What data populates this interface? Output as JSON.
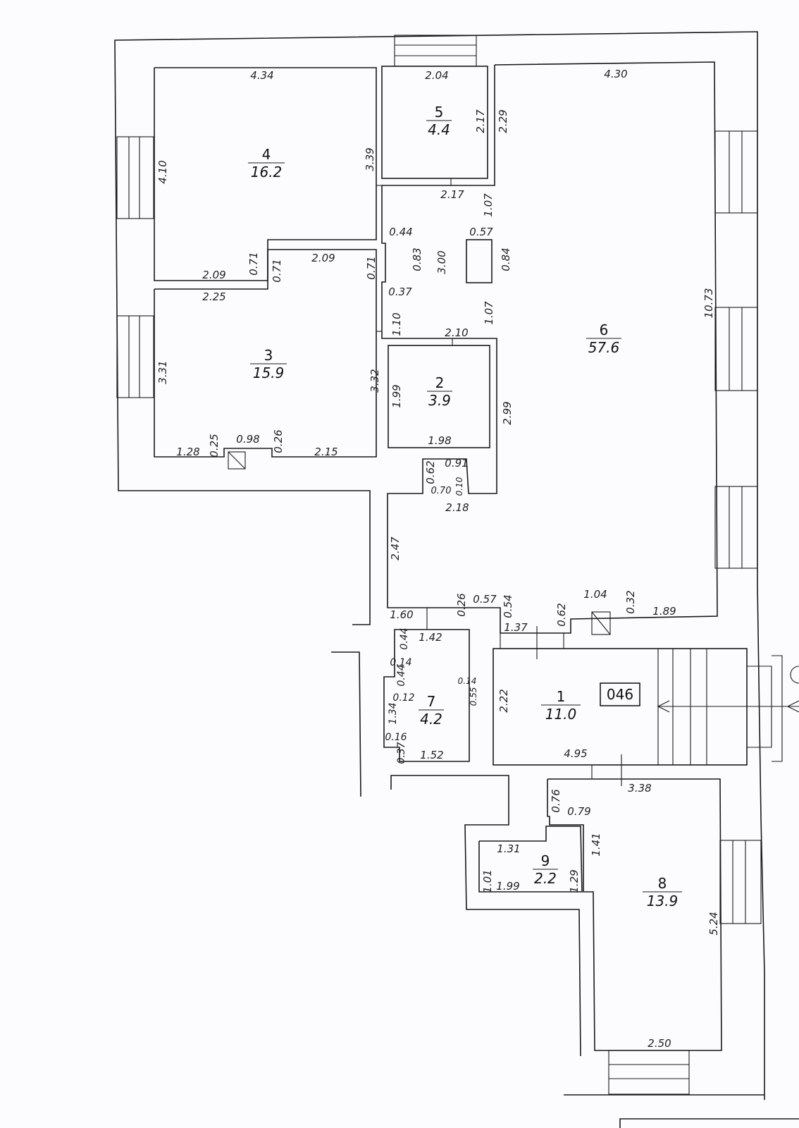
{
  "rooms": [
    {
      "id": "r1",
      "number": "1",
      "area": "11.0"
    },
    {
      "id": "r2",
      "number": "2",
      "area": "3.9"
    },
    {
      "id": "r3",
      "number": "3",
      "area": "15.9"
    },
    {
      "id": "r4",
      "number": "4",
      "area": "16.2"
    },
    {
      "id": "r5",
      "number": "5",
      "area": "4.4"
    },
    {
      "id": "r6",
      "number": "6",
      "area": "57.6"
    },
    {
      "id": "r7",
      "number": "7",
      "area": "4.2"
    },
    {
      "id": "r8",
      "number": "8",
      "area": "13.9"
    },
    {
      "id": "r9",
      "number": "9",
      "area": "2.2"
    }
  ],
  "building_label": "046",
  "dims": {
    "d0": "4.34",
    "d1": "2.04",
    "d2": "4.30",
    "d3": "4.10",
    "d4": "3.39",
    "d5": "2.17",
    "d6": "2.29",
    "d7": "2.17",
    "d8": "1.07",
    "d9": "0.44",
    "d10": "0.57",
    "d11": "0.71",
    "d12": "0.71",
    "d13": "2.09",
    "d14": "0.71",
    "d15": "0.83",
    "d16": "3.00",
    "d17": "0.84",
    "d18": "2.09",
    "d19": "2.25",
    "d20": "0.37",
    "d21": "10.73",
    "d22": "1.10",
    "d23": "1.07",
    "d24": "2.10",
    "d25": "3.31",
    "d26": "3.32",
    "d27": "1.99",
    "d28": "2.99",
    "d29": "1.98",
    "d30": "1.28",
    "d31": "0.25",
    "d32": "0.98",
    "d33": "0.26",
    "d34": "2.15",
    "d35": "0.62",
    "d36": "0.91",
    "d37": "0.70",
    "d38": "0.10",
    "d39": "2.18",
    "d40": "2.47",
    "d41": "1.60",
    "d42": "0.26",
    "d43": "0.57",
    "d44": "0.54",
    "d45": "1.04",
    "d46": "0.32",
    "d47": "1.37",
    "d48": "0.62",
    "d49": "1.89",
    "d50": "0.44",
    "d51": "1.42",
    "d52": "0.14",
    "d53": "0.44",
    "d54": "0.12",
    "d55": "1.34",
    "d56": "0.14",
    "d57": "0.55",
    "d58": "0.16",
    "d59": "0.37",
    "d60": "1.52",
    "d61": "2.22",
    "d62": "4.95",
    "d63": "3.38",
    "d64": "0.76",
    "d65": "0.79",
    "d66": "1.31",
    "d67": "1.41",
    "d68": "1.01",
    "d69": "1.99",
    "d70": "1.29",
    "d71": "5.24",
    "d72": "2.50"
  },
  "icons": [
    "entrance-arrow-icon",
    "vent-shaft-icon",
    "stairs-icon",
    "window-icon"
  ],
  "colors": {
    "line": "#1a1a1a",
    "paper": "#fcfbfe"
  }
}
